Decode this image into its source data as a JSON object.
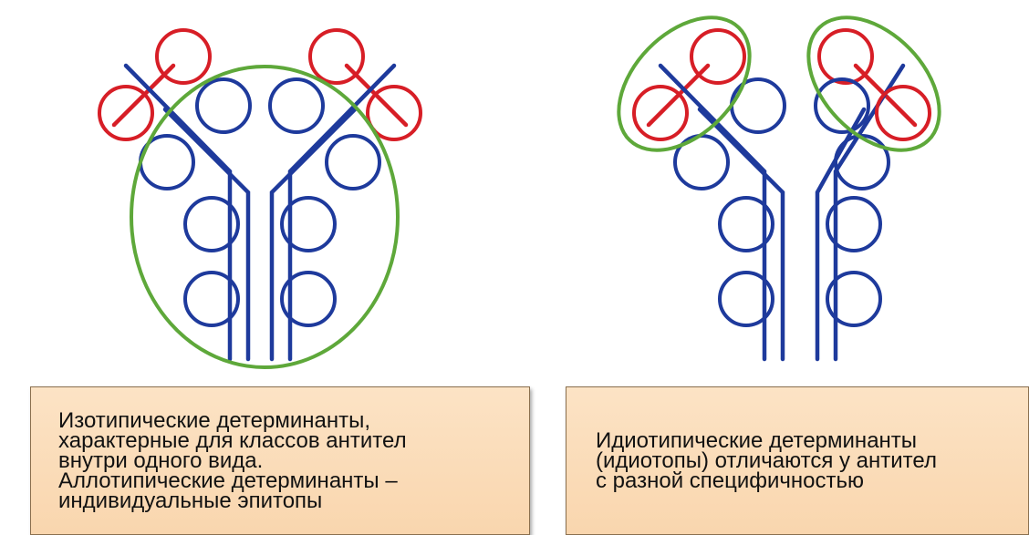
{
  "colors": {
    "heavy_chain": "#1e3a9c",
    "light_chain": "#d71e26",
    "highlight_ring": "#5ea83a",
    "caption_background": "#fbdcb8",
    "caption_border": "#8a6f4e"
  },
  "left_panel": {
    "highlight": "isotypic-constant-region",
    "caption": "Изотипические детерминанты,\nхарактерные для классов антител\nвнутри одного вида.\nАллотипические детерминанты –\nиндивидуальные эпитопы"
  },
  "right_panel": {
    "highlight": "idiotypic-variable-regions",
    "caption": "Идиотипические детерминанты\n(идиотопы) отличаются у антител\nс разной специфичностью"
  }
}
